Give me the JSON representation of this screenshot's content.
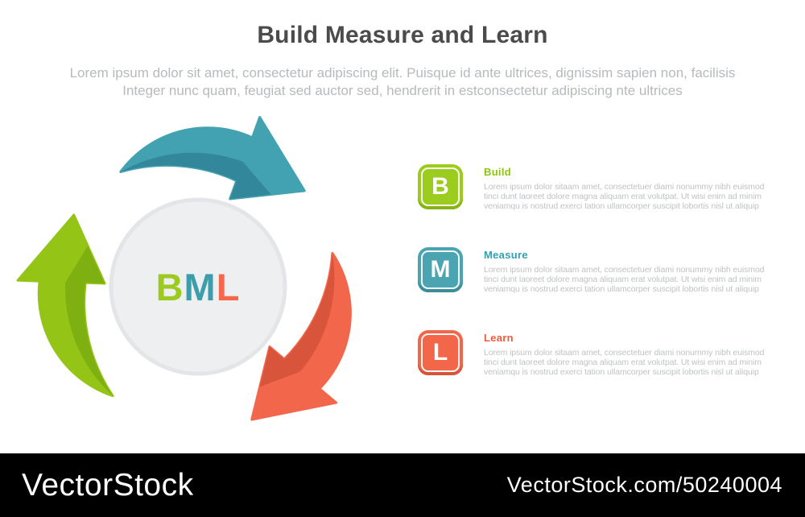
{
  "header": {
    "title": "Build Measure and Learn",
    "subtitle_line1": "Lorem ipsum dolor sit amet, consectetur adipiscing elit. Puisque id ante ultrices, dignissim sapien non, facilisis",
    "subtitle_line2": "Integer nunc quam, feugiat sed auctor sed, hendrerit in estconsectetur adipiscing nte ultrices"
  },
  "diagram": {
    "center_letters": [
      {
        "char": "B",
        "color": "#9cca20"
      },
      {
        "char": "M",
        "color": "#3d9dab"
      },
      {
        "char": "L",
        "color": "#f4694c"
      }
    ],
    "circle_fill": "#edeff1",
    "circle_ring": "#e3e5e8",
    "arrows": [
      {
        "name": "measure-arrow",
        "position": "top",
        "color": "#42a2b1",
        "shade_color": "#33879a"
      },
      {
        "name": "learn-arrow",
        "position": "right",
        "color": "#f2674b",
        "shade_color": "#d8553c"
      },
      {
        "name": "build-arrow",
        "position": "left",
        "color": "#94c516",
        "shade_color": "#7fb011"
      }
    ]
  },
  "items": [
    {
      "letter": "B",
      "title": "Build",
      "badge_color": "#9ccc1e",
      "badge_shade": "#88b317",
      "title_color": "#8ec314",
      "description": "Lorem ipsum dolor sitaam amet, consectetuer diami nonummy nibh euismod tinci dunt laoreet dolore magna aliquam erat volutpat. Ut wisi enim ad minim veniamqu is nostrud exerci tation ullamcorper suscipit lobortis nisl ut aliquip"
    },
    {
      "letter": "M",
      "title": "Measure",
      "badge_color": "#4aa4b2",
      "badge_shade": "#3c8d9b",
      "title_color": "#35a0af",
      "description": "Lorem ipsum dolor sitaam amet, consectetuer diami nonummy nibh euismod tinci dunt laoreet dolore magna aliquam erat volutpat. Ut wisi enim ad minim veniamqu is nostrud exerci tation ullamcorper suscipit lobortis nisl ut aliquip"
    },
    {
      "letter": "L",
      "title": "Learn",
      "badge_color": "#f2664a",
      "badge_shade": "#d6543b",
      "title_color": "#f15b3d",
      "description": "Lorem ipsum dolor sitaam amet, consectetuer diami nonummy nibh euismod tinci dunt laoreet dolore magna aliquam erat volutpat. Ut wisi enim ad minim veniamqu is nostrud exerci tation ullamcorper suscipit lobortis nisl ut aliquip"
    }
  ],
  "footer": {
    "brand": "VectorStock",
    "url": "VectorStock.com/50240004"
  }
}
